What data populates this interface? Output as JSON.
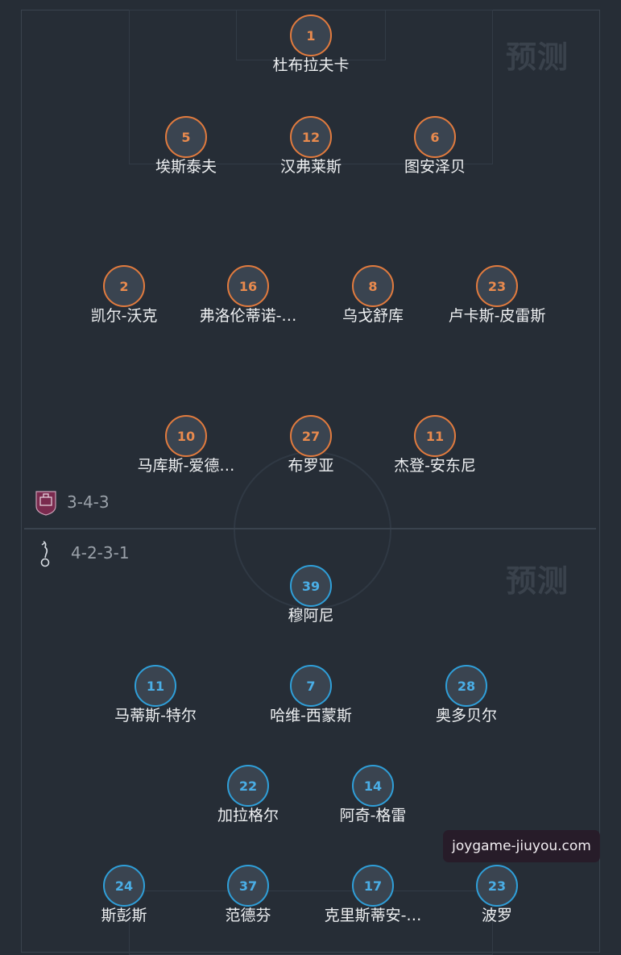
{
  "watermark_label": "预测",
  "site_watermark": "joygame-jiuyou.com",
  "colors": {
    "home": "#e27b3e",
    "away": "#2f9fd9",
    "background": "#262d36"
  },
  "home": {
    "team_badge_icon": "burnley-crest-icon",
    "formation": "3-4-3",
    "rows": [
      [
        {
          "number": "1",
          "name": "杜布拉夫卡"
        }
      ],
      [
        {
          "number": "5",
          "name": "埃斯泰夫"
        },
        {
          "number": "12",
          "name": "汉弗莱斯"
        },
        {
          "number": "6",
          "name": "图安泽贝"
        }
      ],
      [
        {
          "number": "2",
          "name": "凯尔-沃克"
        },
        {
          "number": "16",
          "name": "弗洛伦蒂诺-…"
        },
        {
          "number": "8",
          "name": "乌戈舒库"
        },
        {
          "number": "23",
          "name": "卢卡斯-皮雷斯"
        }
      ],
      [
        {
          "number": "10",
          "name": "马库斯-爱德…"
        },
        {
          "number": "27",
          "name": "布罗亚"
        },
        {
          "number": "11",
          "name": "杰登-安东尼"
        }
      ]
    ]
  },
  "away": {
    "team_badge_icon": "tottenham-cockerel-icon",
    "formation": "4-2-3-1",
    "rows": [
      [
        {
          "number": "39",
          "name": "穆阿尼"
        }
      ],
      [
        {
          "number": "11",
          "name": "马蒂斯-特尔"
        },
        {
          "number": "7",
          "name": "哈维-西蒙斯"
        },
        {
          "number": "28",
          "name": "奥多贝尔"
        }
      ],
      [
        {
          "number": "22",
          "name": "加拉格尔"
        },
        {
          "number": "14",
          "name": "阿奇-格雷"
        }
      ],
      [
        {
          "number": "24",
          "name": "斯彭斯"
        },
        {
          "number": "37",
          "name": "范德芬"
        },
        {
          "number": "17",
          "name": "克里斯蒂安-…"
        },
        {
          "number": "23",
          "name": "波罗"
        }
      ]
    ]
  }
}
